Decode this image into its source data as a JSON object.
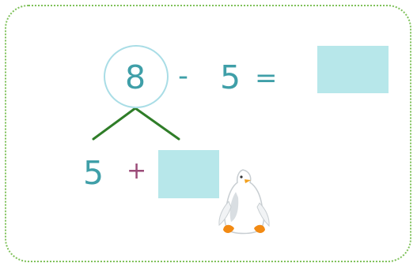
{
  "equation": {
    "whole": "8",
    "minus_sign": "-",
    "subtrahend": "5",
    "equals_sign": "=",
    "result_box": ""
  },
  "decomposition": {
    "part": "5",
    "plus_sign": "+",
    "missing_part_box": ""
  },
  "colors": {
    "border": "#7fc15a",
    "number": "#3f9fa8",
    "plus": "#9b4b78",
    "box_fill": "#b7e7ea",
    "branch": "#2f7d28",
    "circle": "#a9dde6"
  },
  "icons": {
    "mascot": "penguin-icon"
  }
}
